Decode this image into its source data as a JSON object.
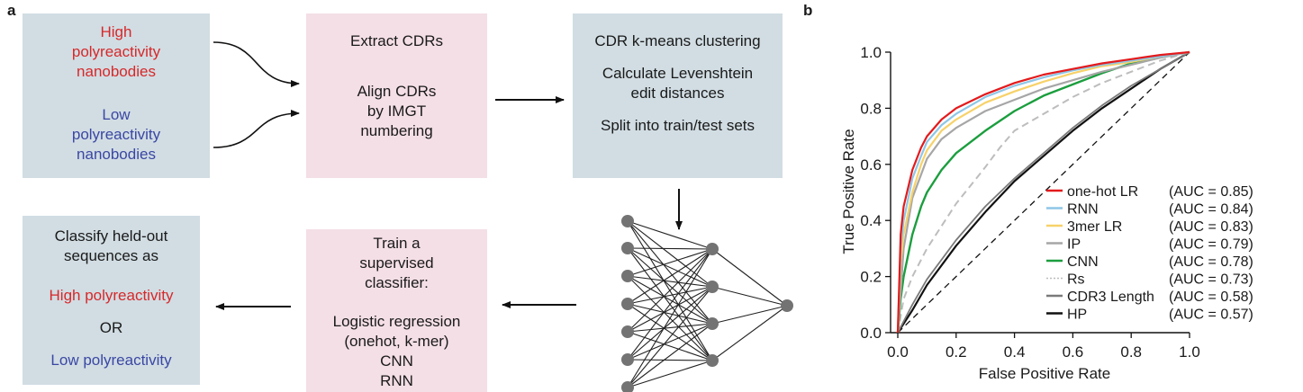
{
  "panel_a": {
    "letter": "a",
    "input_box": {
      "high": "High polyreactivity nanobodies",
      "high_lines": [
        "High",
        "polyreactivity",
        "nanobodies"
      ],
      "low_lines": [
        "Low",
        "polyreactivity",
        "nanobodies"
      ]
    },
    "process_box": {
      "line1": "Extract CDRs",
      "line2": "Align CDRs",
      "line3": "by IMGT",
      "line4": "numbering"
    },
    "cluster_box": {
      "line1": "CDR k-means clustering",
      "line2": "Calculate Levenshtein",
      "line3": "edit distances",
      "line4": "Split into train/test sets"
    },
    "train_box": {
      "lines": [
        "Train a",
        "supervised",
        "classifier:"
      ],
      "methods": [
        "Logistic regression",
        "(onehot, k-mer)",
        "CNN",
        "RNN"
      ]
    },
    "classify_box": {
      "line1": "Classify held-out",
      "line2": "sequences as",
      "high": "High polyreactivity",
      "or": "OR",
      "low": "Low polyreactivity"
    },
    "colors": {
      "box_blue": "#d1dde3",
      "box_pink": "#f4dfe6",
      "high_red": "#d7282a",
      "low_navy": "#3b47a3",
      "node_gray": "#737373"
    }
  },
  "panel_b": {
    "letter": "b",
    "chart_data": {
      "type": "line",
      "xlabel": "False Positive Rate",
      "ylabel": "True Positive Rate",
      "xlim": [
        0,
        1
      ],
      "ylim": [
        0,
        1
      ],
      "xticks": [
        "0.0",
        "0.2",
        "0.4",
        "0.6",
        "0.8",
        "1.0"
      ],
      "yticks": [
        "0.0",
        "0.2",
        "0.4",
        "0.6",
        "0.8",
        "1.0"
      ],
      "legend_position": "bottom-right",
      "series": [
        {
          "name": "one-hot LR",
          "auc": "(AUC = 0.85)",
          "color": "#e31a1c",
          "dash": "solid",
          "width": 2.2,
          "x": [
            0,
            0.01,
            0.02,
            0.05,
            0.08,
            0.1,
            0.15,
            0.2,
            0.3,
            0.4,
            0.5,
            0.6,
            0.7,
            0.8,
            0.9,
            1.0
          ],
          "y": [
            0,
            0.35,
            0.45,
            0.58,
            0.66,
            0.7,
            0.76,
            0.8,
            0.85,
            0.89,
            0.92,
            0.94,
            0.96,
            0.975,
            0.99,
            1.0
          ]
        },
        {
          "name": "RNN",
          "auc": "(AUC = 0.84)",
          "color": "#8ec6e6",
          "dash": "solid",
          "width": 2.2,
          "x": [
            0,
            0.01,
            0.02,
            0.05,
            0.08,
            0.1,
            0.15,
            0.2,
            0.3,
            0.4,
            0.5,
            0.6,
            0.7,
            0.8,
            0.9,
            1.0
          ],
          "y": [
            0,
            0.3,
            0.4,
            0.55,
            0.63,
            0.68,
            0.74,
            0.78,
            0.84,
            0.88,
            0.91,
            0.935,
            0.955,
            0.97,
            0.985,
            1.0
          ]
        },
        {
          "name": "3mer LR",
          "auc": "(AUC = 0.83)",
          "color": "#f7d26a",
          "dash": "solid",
          "width": 2.2,
          "x": [
            0,
            0.01,
            0.02,
            0.05,
            0.08,
            0.1,
            0.15,
            0.2,
            0.3,
            0.4,
            0.5,
            0.6,
            0.7,
            0.8,
            0.9,
            1.0
          ],
          "y": [
            0,
            0.25,
            0.35,
            0.5,
            0.6,
            0.65,
            0.72,
            0.76,
            0.82,
            0.86,
            0.895,
            0.925,
            0.95,
            0.965,
            0.985,
            1.0
          ]
        },
        {
          "name": "IP",
          "auc": "(AUC = 0.79)",
          "color": "#a6a6a6",
          "dash": "solid",
          "width": 2.2,
          "x": [
            0,
            0.02,
            0.05,
            0.1,
            0.15,
            0.2,
            0.3,
            0.4,
            0.5,
            0.6,
            0.7,
            0.8,
            0.9,
            1.0
          ],
          "y": [
            0,
            0.3,
            0.48,
            0.62,
            0.69,
            0.73,
            0.79,
            0.83,
            0.87,
            0.9,
            0.93,
            0.955,
            0.98,
            1.0
          ]
        },
        {
          "name": "CNN",
          "auc": "(AUC = 0.78)",
          "color": "#1b9e3e",
          "dash": "solid",
          "width": 2.4,
          "x": [
            0,
            0.01,
            0.02,
            0.05,
            0.08,
            0.1,
            0.15,
            0.2,
            0.3,
            0.4,
            0.5,
            0.6,
            0.7,
            0.8,
            0.9,
            1.0
          ],
          "y": [
            0,
            0.12,
            0.2,
            0.35,
            0.45,
            0.5,
            0.58,
            0.64,
            0.72,
            0.79,
            0.845,
            0.885,
            0.925,
            0.96,
            0.985,
            1.0
          ]
        },
        {
          "name": "Rs",
          "auc": "(AUC = 0.73)",
          "color": "#bdbdbd",
          "dash": "dashed",
          "width": 2.0,
          "x": [
            0,
            0.02,
            0.05,
            0.1,
            0.15,
            0.2,
            0.3,
            0.35,
            0.4,
            0.5,
            0.6,
            0.7,
            0.8,
            0.9,
            1.0
          ],
          "y": [
            0,
            0.12,
            0.2,
            0.3,
            0.38,
            0.46,
            0.59,
            0.66,
            0.72,
            0.78,
            0.84,
            0.89,
            0.93,
            0.97,
            1.0
          ]
        },
        {
          "name": "CDR3 Length",
          "auc": "(AUC = 0.58)",
          "color": "#7a7a7a",
          "dash": "solid",
          "width": 1.8,
          "x": [
            0,
            0.05,
            0.1,
            0.2,
            0.3,
            0.4,
            0.5,
            0.6,
            0.7,
            0.8,
            0.9,
            1.0
          ],
          "y": [
            0,
            0.1,
            0.19,
            0.33,
            0.45,
            0.55,
            0.64,
            0.73,
            0.81,
            0.88,
            0.94,
            1.0
          ]
        },
        {
          "name": "HP",
          "auc": "(AUC = 0.57)",
          "color": "#111111",
          "dash": "solid",
          "width": 2.2,
          "x": [
            0,
            0.05,
            0.1,
            0.2,
            0.3,
            0.4,
            0.5,
            0.6,
            0.7,
            0.8,
            0.9,
            1.0
          ],
          "y": [
            0,
            0.08,
            0.17,
            0.31,
            0.43,
            0.54,
            0.63,
            0.72,
            0.8,
            0.87,
            0.94,
            1.0
          ]
        }
      ]
    }
  }
}
